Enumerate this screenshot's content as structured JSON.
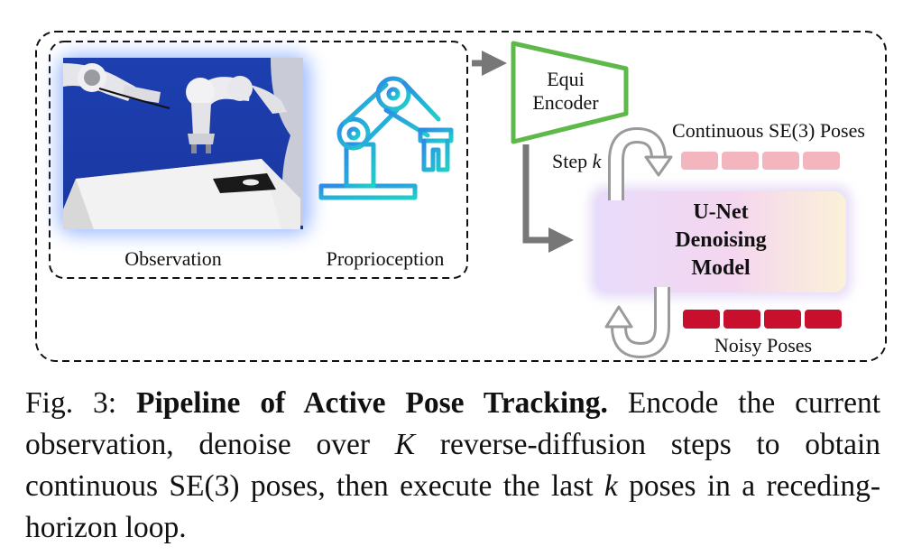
{
  "figure": {
    "labels": {
      "observation": "Observation",
      "proprioception": "Proprioception",
      "encoder_line1": "Equi",
      "encoder_line2": "Encoder",
      "step": "Step ",
      "step_var": "k",
      "continuous_poses": "Continuous SE(3) Poses",
      "unet_line1": "U-Net",
      "unet_line2": "Denoising",
      "unet_line3": "Model",
      "noisy_poses": "Noisy Poses"
    },
    "colors": {
      "encoder_stroke": "#5fb94a",
      "arrow": "#777777",
      "continuous_pose": "#f3b6bf",
      "noisy_pose": "#c8102e",
      "photo_glow": "#7fa6ff",
      "robot_icon_from": "#2e8be6",
      "robot_icon_to": "#1fd0c9"
    },
    "icons": {
      "robot_arm": "robot-arm-icon",
      "loop_top": "curved-loop-arrow-icon",
      "loop_bottom": "curved-loop-arrow-icon"
    }
  },
  "caption": {
    "prefix": "Fig. 3: ",
    "bold": "Pipeline of Active Pose Tracking.",
    "part1": " Encode the current observation, denoise over ",
    "var_K": "K",
    "part2": " reverse-diffusion steps to obtain continuous SE(3) poses, then execute the last ",
    "var_k": "k",
    "part3": " poses in a receding-horizon loop."
  }
}
